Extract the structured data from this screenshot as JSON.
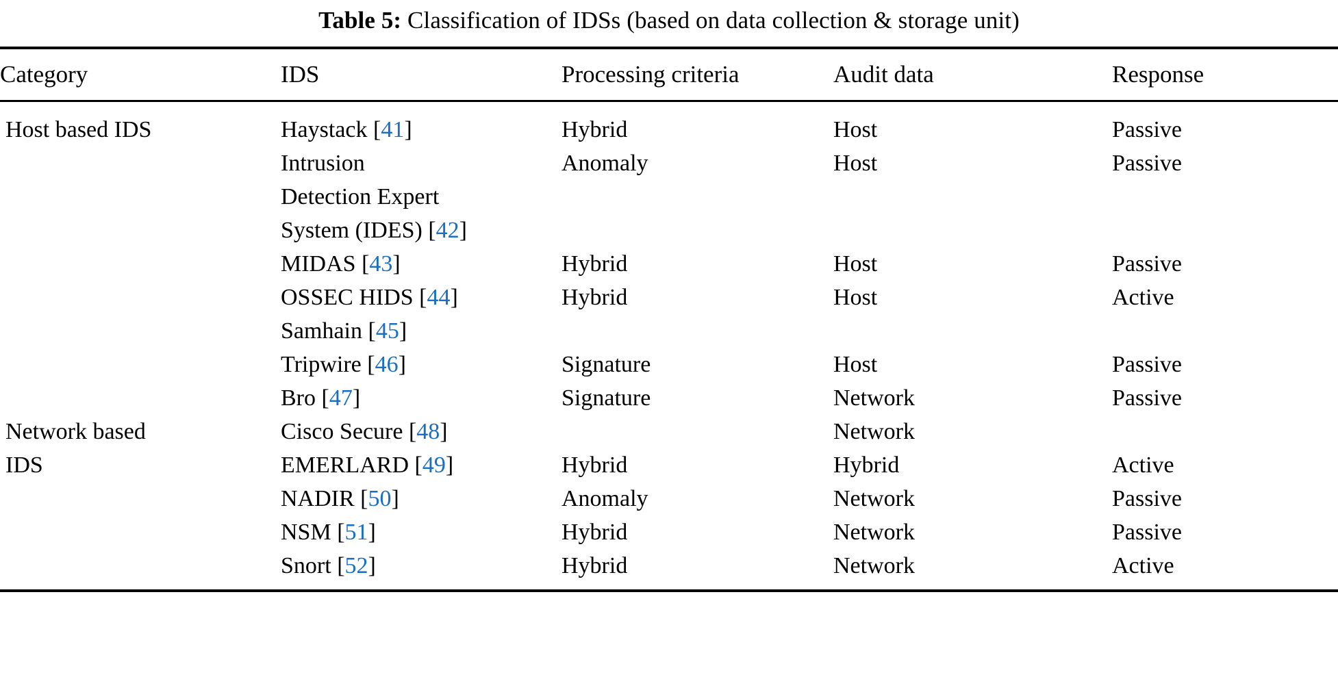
{
  "caption": {
    "label": "Table 5:",
    "text": "Classification of IDSs (based on data collection & storage unit)"
  },
  "colors": {
    "citation": "#1a6fc4",
    "text": "#000000",
    "background": "#ffffff",
    "rule": "#000000"
  },
  "columns": [
    {
      "key": "category",
      "label": "Category"
    },
    {
      "key": "ids",
      "label": "IDS"
    },
    {
      "key": "processing_criteria",
      "label": "Processing criteria"
    },
    {
      "key": "audit_data",
      "label": "Audit data"
    },
    {
      "key": "response",
      "label": "Response"
    }
  ],
  "category_labels": {
    "host": "Host based IDS",
    "network_line1": "Network based",
    "network_line2": "IDS"
  },
  "rows": [
    {
      "category": "Host based IDS",
      "ids_name": "Haystack",
      "ids_ref": "41",
      "processing_criteria": "Hybrid",
      "audit_data": "Host",
      "response": "Passive"
    },
    {
      "category": "",
      "ids_name": "Intrusion",
      "ids_ref": "",
      "processing_criteria": "Anomaly",
      "audit_data": "Host",
      "response": "Passive"
    },
    {
      "category": "",
      "ids_name": "Detection Expert",
      "ids_ref": "",
      "processing_criteria": "",
      "audit_data": "",
      "response": ""
    },
    {
      "category": "",
      "ids_name": "System (IDES)",
      "ids_ref": "42",
      "processing_criteria": "",
      "audit_data": "",
      "response": ""
    },
    {
      "category": "",
      "ids_name": "MIDAS",
      "ids_ref": "43",
      "processing_criteria": "Hybrid",
      "audit_data": "Host",
      "response": "Passive"
    },
    {
      "category": "",
      "ids_name": "OSSEC HIDS",
      "ids_ref": "44",
      "processing_criteria": "Hybrid",
      "audit_data": "Host",
      "response": "Active"
    },
    {
      "category": "",
      "ids_name": "Samhain",
      "ids_ref": "45",
      "processing_criteria": "",
      "audit_data": "",
      "response": ""
    },
    {
      "category": "",
      "ids_name": "Tripwire",
      "ids_ref": "46",
      "processing_criteria": "Signature",
      "audit_data": "Host",
      "response": "Passive"
    },
    {
      "category": "",
      "ids_name": "Bro",
      "ids_ref": "47",
      "processing_criteria": "Signature",
      "audit_data": "Network",
      "response": "Passive"
    },
    {
      "category": "Network based",
      "ids_name": "Cisco Secure",
      "ids_ref": "48",
      "processing_criteria": "",
      "audit_data": "Network",
      "response": ""
    },
    {
      "category": "IDS",
      "ids_name": "EMERLARD",
      "ids_ref": "49",
      "processing_criteria": "Hybrid",
      "audit_data": "Hybrid",
      "response": "Active"
    },
    {
      "category": "",
      "ids_name": "NADIR",
      "ids_ref": "50",
      "processing_criteria": "Anomaly",
      "audit_data": "Network",
      "response": "Passive"
    },
    {
      "category": "",
      "ids_name": "NSM",
      "ids_ref": "51",
      "processing_criteria": "Hybrid",
      "audit_data": "Network",
      "response": "Passive"
    },
    {
      "category": "",
      "ids_name": "Snort",
      "ids_ref": "52",
      "processing_criteria": "Hybrid",
      "audit_data": "Network",
      "response": "Active"
    }
  ]
}
